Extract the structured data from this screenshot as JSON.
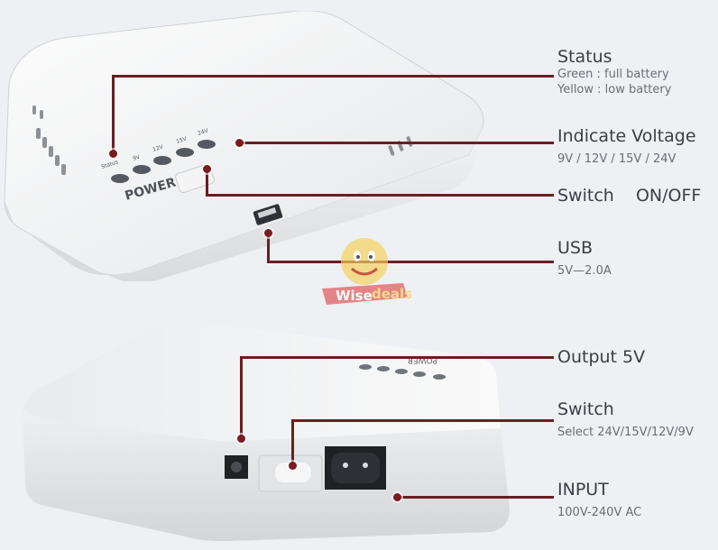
{
  "callouts": [
    {
      "id": "status",
      "title": "Status",
      "lines": [
        "Green : full battery",
        "Yellow : low battery"
      ]
    },
    {
      "id": "indicate_voltage",
      "title": "Indicate Voltage",
      "lines": [
        "9V / 12V / 15V / 24V"
      ]
    },
    {
      "id": "switch_onoff",
      "title": "Switch    ON/OFF",
      "lines": []
    },
    {
      "id": "usb",
      "title": "USB",
      "lines": [
        "5V—2.0A"
      ]
    },
    {
      "id": "output",
      "title": "Output 5V",
      "lines": []
    },
    {
      "id": "switch_select",
      "title": "Switch",
      "lines": [
        "Select 24V/15V/12V/9V"
      ]
    },
    {
      "id": "input",
      "title": "INPUT",
      "lines": [
        "100V-240V AC"
      ]
    }
  ],
  "device_top": {
    "led_labels": [
      "Status",
      "9V",
      "12V",
      "15V",
      "24V"
    ],
    "power_label": "POWER"
  },
  "watermark": {
    "text_a": "Wise",
    "text_b": "deals"
  },
  "colors": {
    "leader": "#6b1e23",
    "background": "#eef0f3",
    "device": "#f7f7f7"
  }
}
